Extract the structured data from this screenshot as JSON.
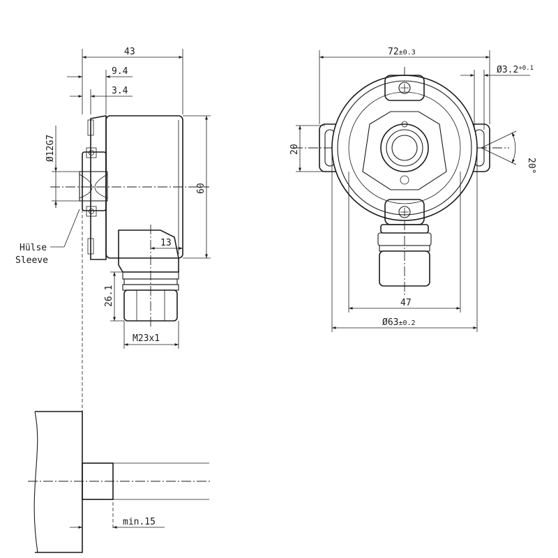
{
  "side_view": {
    "dim_overall_length": "43",
    "dim_flange_offset": "9.4",
    "dim_clamp_offset": "3.4",
    "dim_bore": "Ø12G7",
    "dim_height": "60",
    "dim_connector_offset": "13",
    "dim_connector_length": "26.1",
    "connector_thread": "M23x1",
    "sleeve_label_de": "Hülse",
    "sleeve_label_en": "Sleeve"
  },
  "front_view": {
    "dim_slot_spacing": "72",
    "dim_slot_spacing_tol": "±0.3",
    "dim_slot_width": "Ø3.2",
    "dim_slot_width_tol": "+0.1",
    "dim_slot_height": "20",
    "dim_slot_angle": "20°",
    "dim_connector_width": "47",
    "dim_body_diameter": "Ø63",
    "dim_body_diameter_tol": "±0.2"
  },
  "mounting_detail": {
    "dim_min_shaft": "min.15"
  }
}
